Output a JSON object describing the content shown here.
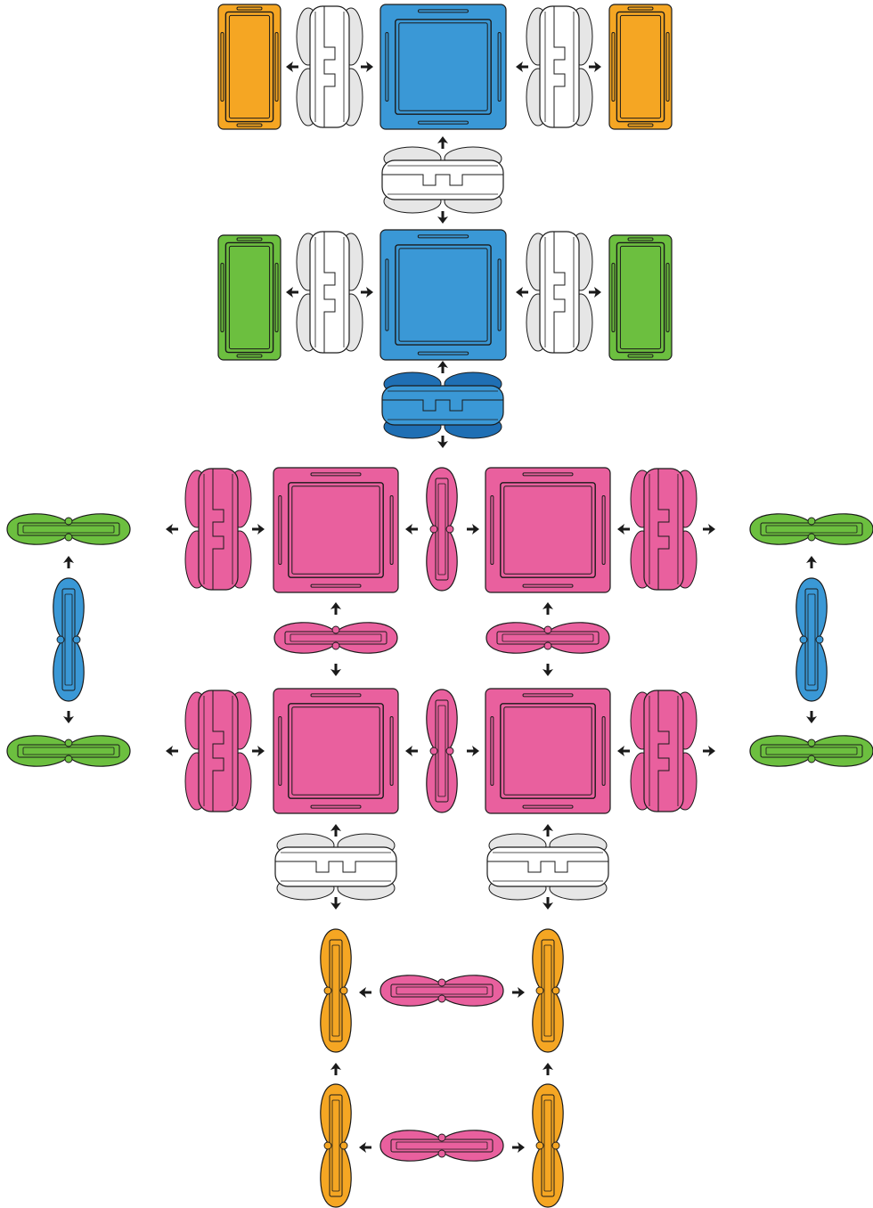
{
  "palette": {
    "orange": "#F5A623",
    "blue": "#3A98D6",
    "blue_dark": "#1F6FB4",
    "green": "#6CBF3F",
    "pink": "#E9609E",
    "white": "#FFFFFF",
    "lobe_grey": "#E6E6E6",
    "outline": "#1A1A1A"
  },
  "piece_kinds": [
    "rect-tile",
    "square-tile",
    "wide-connector",
    "narrow-connector",
    "arrow"
  ],
  "assembly": {
    "section_1": {
      "tiles": [
        {
          "kind": "rect-tile",
          "color": "orange"
        },
        {
          "kind": "square-tile",
          "color": "blue"
        },
        {
          "kind": "rect-tile",
          "color": "orange"
        }
      ],
      "connectors": [
        {
          "kind": "wide-connector",
          "color": "white"
        },
        {
          "kind": "wide-connector",
          "color": "white"
        },
        {
          "kind": "wide-connector",
          "color": "white"
        }
      ]
    },
    "section_2": {
      "tiles": [
        {
          "kind": "rect-tile",
          "color": "green"
        },
        {
          "kind": "square-tile",
          "color": "blue"
        },
        {
          "kind": "rect-tile",
          "color": "green"
        }
      ],
      "connectors": [
        {
          "kind": "wide-connector",
          "color": "white"
        },
        {
          "kind": "wide-connector",
          "color": "white"
        },
        {
          "kind": "wide-connector",
          "color": "blue"
        }
      ]
    },
    "section_3": {
      "tiles": [
        {
          "kind": "square-tile",
          "color": "pink"
        },
        {
          "kind": "square-tile",
          "color": "pink"
        },
        {
          "kind": "square-tile",
          "color": "pink"
        },
        {
          "kind": "square-tile",
          "color": "pink"
        }
      ],
      "connectors": [
        {
          "kind": "wide-connector",
          "color": "pink"
        },
        {
          "kind": "narrow-connector",
          "color": "pink"
        },
        {
          "kind": "narrow-connector",
          "color": "green"
        },
        {
          "kind": "narrow-connector",
          "color": "blue"
        },
        {
          "kind": "wide-connector",
          "color": "white"
        }
      ]
    },
    "section_4": {
      "connectors": [
        {
          "kind": "narrow-connector",
          "color": "orange"
        },
        {
          "kind": "narrow-connector",
          "color": "pink"
        }
      ]
    }
  }
}
